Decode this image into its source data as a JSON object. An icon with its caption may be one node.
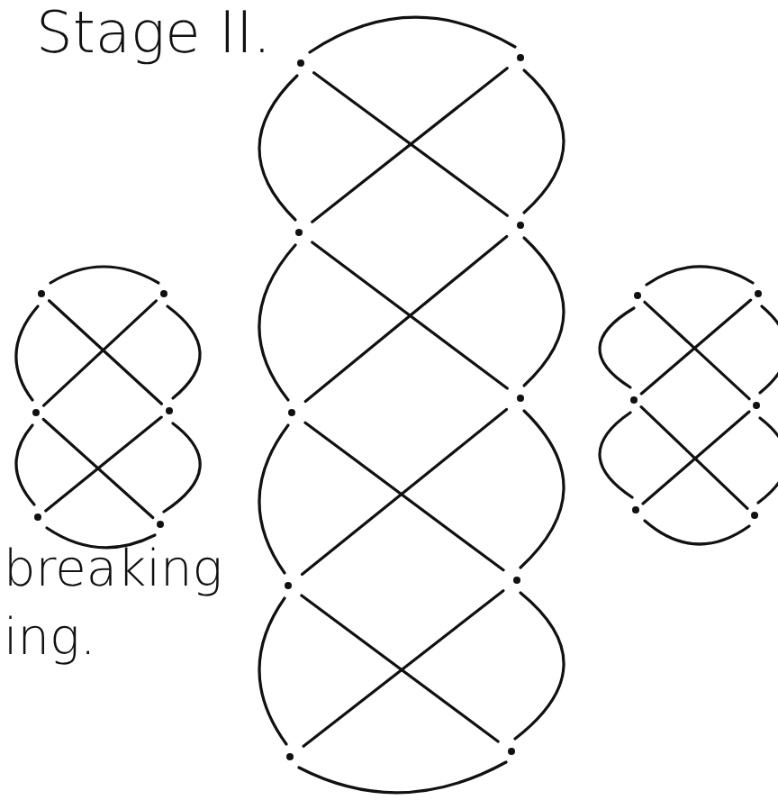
{
  "diagram": {
    "labels": [
      "Stage II.",
      "breaking",
      "ing."
    ]
  }
}
